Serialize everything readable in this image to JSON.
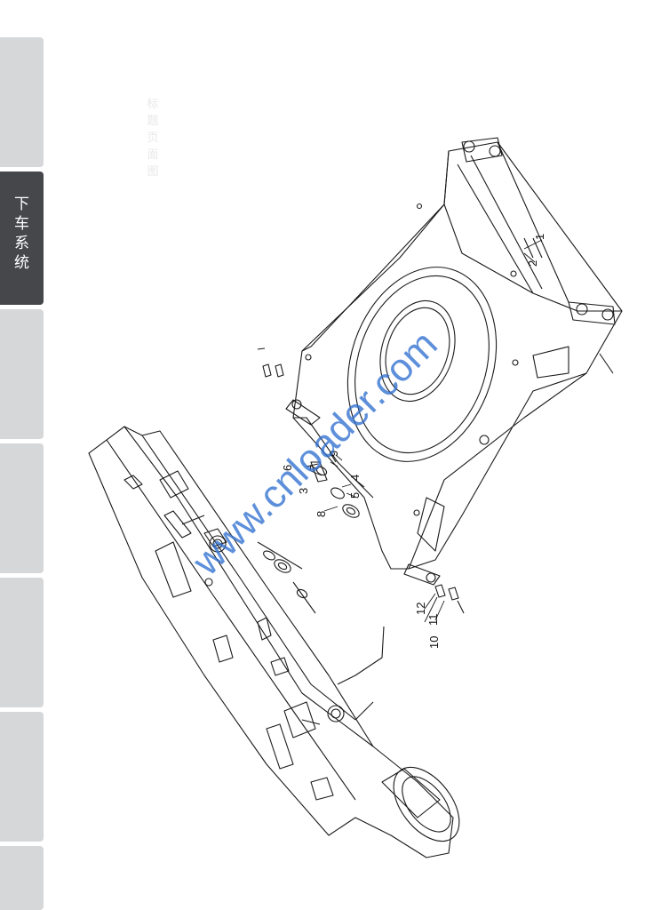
{
  "sidebar": {
    "tabs": [
      {
        "label": ""
      },
      {
        "label": "下车系统",
        "active": true
      },
      {
        "label": ""
      },
      {
        "label": ""
      },
      {
        "label": ""
      },
      {
        "label": ""
      },
      {
        "label": ""
      }
    ]
  },
  "faint_heading": "标题页面图",
  "callouts": [
    "1",
    "2",
    "3",
    "4",
    "5",
    "6",
    "7",
    "8",
    "9",
    "10",
    "11",
    "12"
  ],
  "watermark": "www.cnloader.com",
  "colors": {
    "tab_inactive": "#d6d7d9",
    "tab_active": "#45474b",
    "watermark": "#2f6fd0",
    "line": "#1a1a1a"
  }
}
